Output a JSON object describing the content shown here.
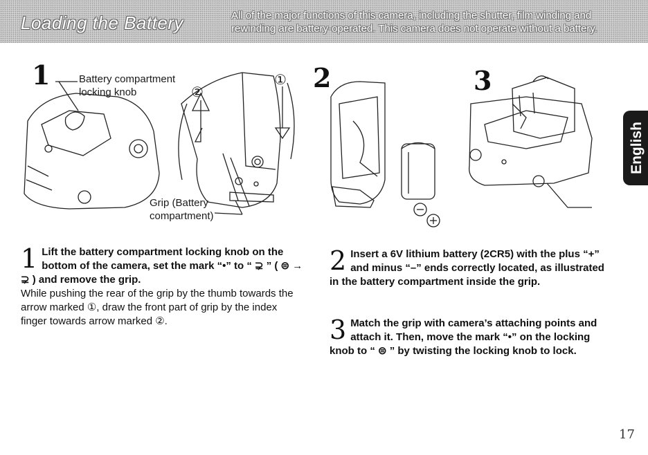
{
  "header": {
    "title": "Loading the Battery",
    "note": "All of the major functions of this camera, including the shutter, film winding and rewinding are battery-operated. This camera does not operate without a battery."
  },
  "language_tab": "English",
  "figures": {
    "fig1": {
      "number": "1",
      "callout_knob": "Battery compartment\nlocking knob",
      "callout_grip": "Grip (Battery\ncompartment)",
      "marker_1": "①",
      "marker_2": "②"
    },
    "fig2": {
      "number": "2",
      "minus": "⊖",
      "plus": "⊕"
    },
    "fig3": {
      "number": "3"
    }
  },
  "steps": [
    {
      "num": "1",
      "head": "Lift the battery compartment locking knob on the bottom of the camera, set the mark “•” to “ ⊋ ” ( ⊜ → ⊋ ) and remove the grip.",
      "body": "While pushing the rear of the grip by the thumb towards the arrow marked ①, draw the front part of grip by the index finger towards arrow marked ②."
    },
    {
      "num": "2",
      "head": "Insert a 6V lithium battery (2CR5) with the plus “+” and minus “–” ends correctly located, as illustrated in the battery compartment inside the grip."
    },
    {
      "num": "3",
      "head": "Match the grip with camera’s attaching points and attach it. Then, move the mark “•” on the locking knob to “ ⊜ ” by twisting the locking knob to lock."
    }
  ],
  "page_number": "17"
}
